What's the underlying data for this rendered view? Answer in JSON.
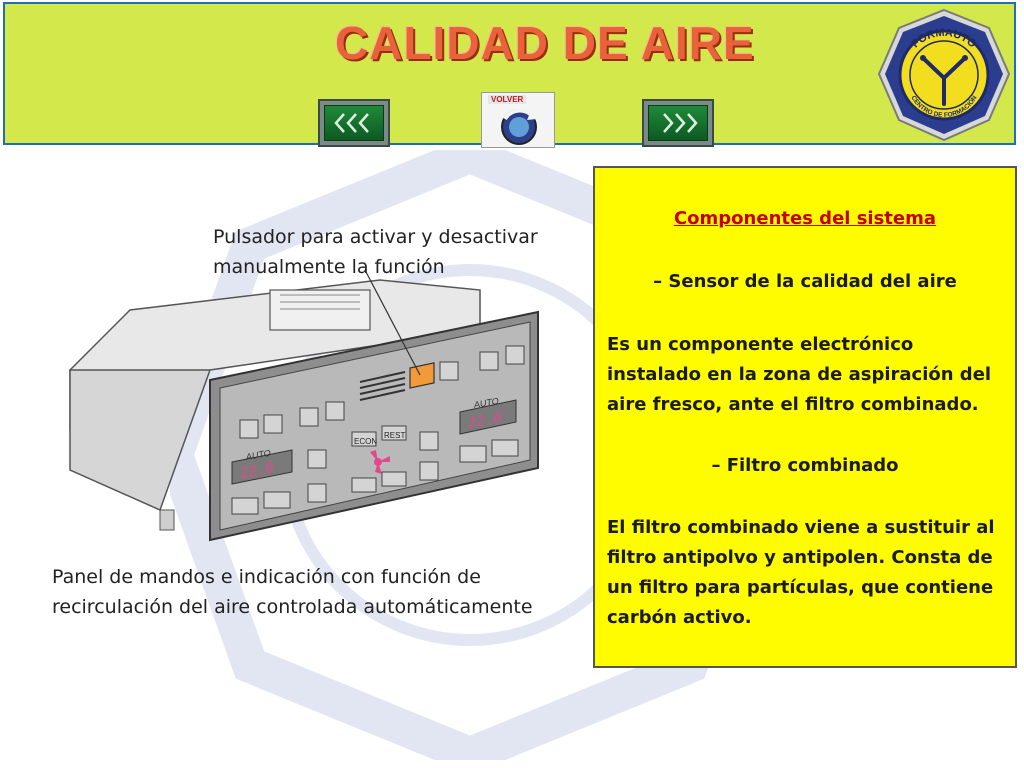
{
  "header": {
    "title": "CALIDAD DE AIRE",
    "back_label": "VOLVER",
    "prev_icon": "triple-chevron-left",
    "next_icon": "triple-chevron-right",
    "logo_text_top": "FORMAUTO",
    "logo_text_bottom": "CENTRO DE FORMACIÓN"
  },
  "illustration": {
    "callout_top": [
      "Pulsador para activar y desactivar",
      "manualmente la función"
    ],
    "callout_bottom": [
      "Panel de mandos e indicación con función de",
      "recirculación del aire controlada automáticamente"
    ],
    "panel": {
      "left_mode": "AUTO",
      "right_mode": "AUTO",
      "left_temp": "22.0",
      "right_temp": "22.0",
      "econ_label": "ECON",
      "rest_label": "REST"
    }
  },
  "info": {
    "heading": "Componentes del sistema",
    "sensor_title": "– Sensor de la calidad del aire",
    "sensor_lines": [
      "Es un componente electrónico",
      "instalado en la zona de aspiración del",
      "aire fresco, ante el filtro combinado."
    ],
    "filter_title": "– Filtro combinado",
    "filter_lines": [
      "El filtro combinado viene a sustituir al",
      "filtro antipolvo y antipolen. Consta de",
      "un filtro para partículas, que contiene",
      "carbón activo."
    ]
  },
  "colors": {
    "header_bg": "#d3e84b",
    "title": "#e8623a",
    "info_bg": "#fffc00",
    "heading": "#c40000",
    "nav_green": "#1f8a3a"
  }
}
